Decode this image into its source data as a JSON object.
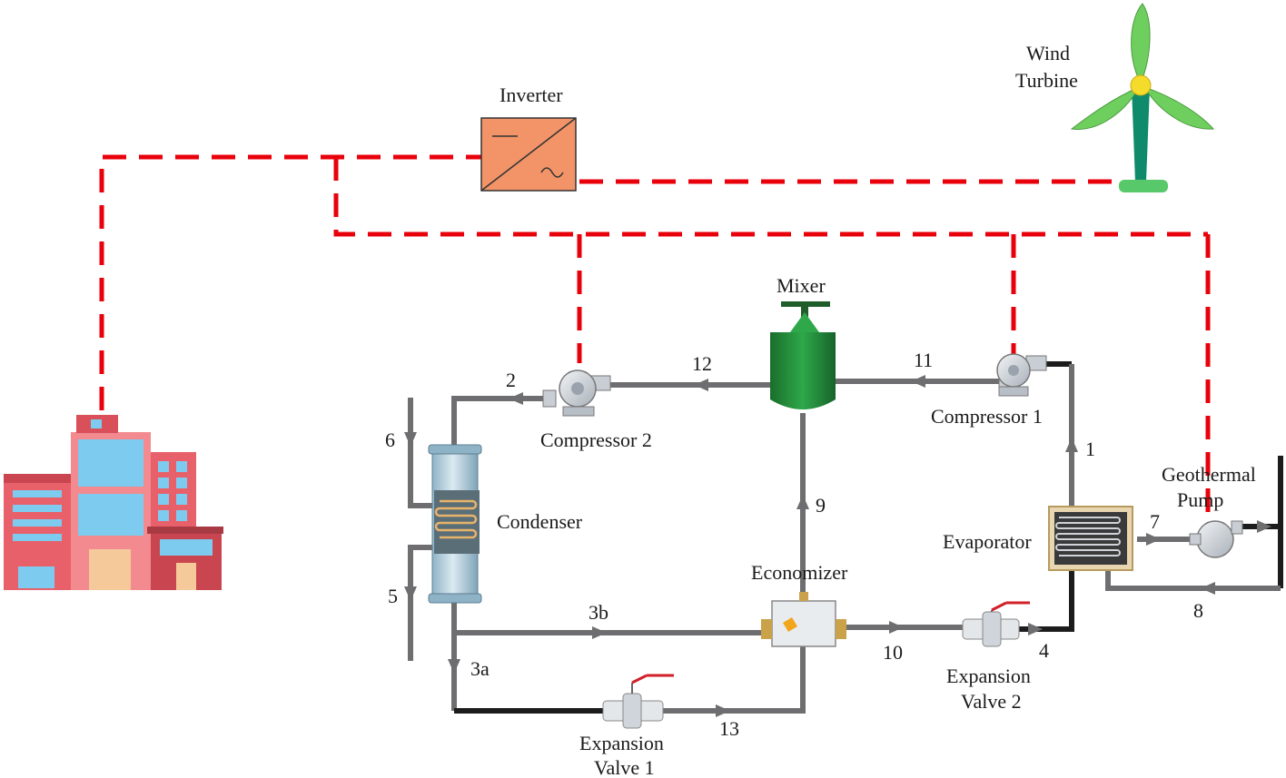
{
  "labels": {
    "inverter": "Inverter",
    "wind_turbine_line1": "Wind",
    "wind_turbine_line2": "Turbine",
    "mixer": "Mixer",
    "compressor1": "Compressor 1",
    "compressor2": "Compressor 2",
    "condenser": "Condenser",
    "economizer": "Economizer",
    "evaporator": "Evaporator",
    "geothermal_pump_line1": "Geothermal",
    "geothermal_pump_line2": "Pump",
    "expansion_valve1_line1": "Expansion",
    "expansion_valve1_line2": "Valve 1",
    "expansion_valve2_line1": "Expansion",
    "expansion_valve2_line2": "Valve 2"
  },
  "state_points": {
    "p1": "1",
    "p2": "2",
    "p3a": "3a",
    "p3b": "3b",
    "p4": "4",
    "p5": "5",
    "p6": "6",
    "p7": "7",
    "p8": "8",
    "p9": "9",
    "p10": "10",
    "p11": "11",
    "p12": "12",
    "p13": "13"
  },
  "colors": {
    "electric_line": "#e8000b",
    "pipe": "#6e6e70",
    "pipe_dark": "#1c1c1c",
    "inverter": "#f29468",
    "mixer": "#1f8a34",
    "turbine_blade": "#6fcf5e",
    "turbine_hub": "#f5dc2a",
    "turbine_tower": "#0f8a6a",
    "building": "#e8606a",
    "condenser": "#b8d3e0"
  },
  "icons": {
    "building": "building-icon",
    "wind_turbine": "wind-turbine-icon",
    "inverter": "inverter-icon",
    "mixer": "mixer-icon",
    "compressor": "compressor-icon",
    "condenser": "condenser-icon",
    "economizer": "economizer-icon",
    "evaporator": "evaporator-icon",
    "pump": "pump-icon",
    "valve": "expansion-valve-icon"
  }
}
